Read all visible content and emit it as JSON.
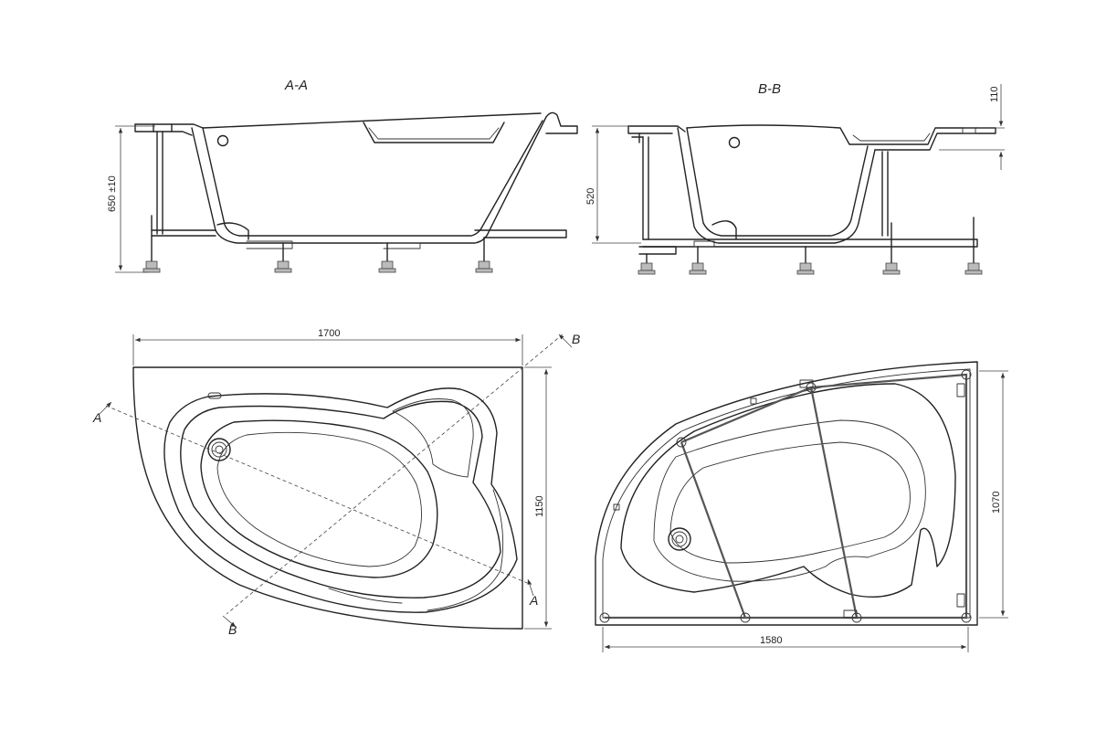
{
  "views": {
    "section_aa": {
      "title": "A-A",
      "height_dim": "650 ±10"
    },
    "section_bb": {
      "title": "B-B",
      "height_dim": "520",
      "rim_dim": "110"
    },
    "plan_top": {
      "width_dim": "1700",
      "height_dim": "1150",
      "cut_a": "A",
      "cut_b": "B"
    },
    "plan_frame": {
      "width_dim": "1580",
      "height_dim": "1070"
    }
  }
}
